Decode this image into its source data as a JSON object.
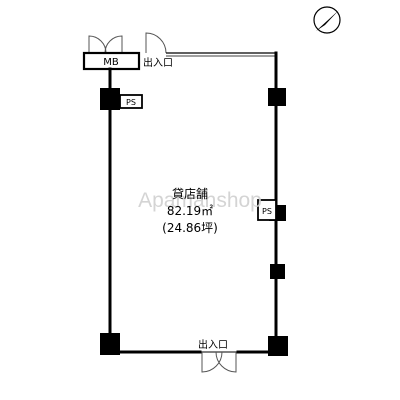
{
  "plan": {
    "room_label": "貸店舗",
    "area_sqm": "82.19㎡",
    "area_tsubo": "(24.86坪)",
    "watermark": "Apamanshop",
    "top_entrance_label": "出入口",
    "bottom_entrance_label": "出入口",
    "mb_label": "MB",
    "ps_label_left": "PS",
    "ps_label_right": "PS",
    "compass_icon": "north-arrow-icon"
  },
  "colors": {
    "wall": "#000000",
    "background": "#ffffff",
    "door_line": "#555555",
    "watermark": "#d0d0d0"
  }
}
